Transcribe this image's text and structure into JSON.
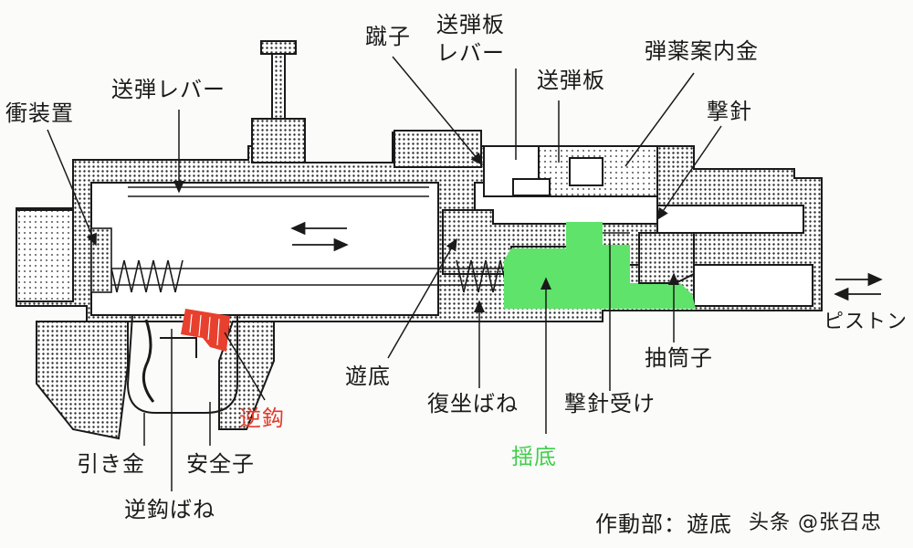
{
  "colors": {
    "ink": "#1a1a1a",
    "highlight_green": "#5fe36a",
    "highlight_red": "#e8402e",
    "label_red": "#e33b2a",
    "label_green": "#3fcf4a",
    "paper": "#fbfbfa"
  },
  "labels": {
    "buffer_device": "衝装置",
    "feed_lever": "送弾レバー",
    "kicker": "蹴子",
    "feed_plate_lever": "送弾板\nレバー",
    "feed_plate": "送弾板",
    "cartridge_guide": "弾薬案内金",
    "firing_pin": "撃針",
    "piston": "ピストン",
    "extractor": "抽筒子",
    "bolt": "遊底",
    "recoil_spring": "復坐ばね",
    "firing_pin_holder": "撃針受け",
    "bolt_carrier": "揺底",
    "sear": "逆鈎",
    "trigger": "引き金",
    "safety": "安全子",
    "sear_spring": "逆鈎ばね",
    "caption": "作動部：遊底",
    "watermark": "头条 @张召忠"
  },
  "icons": {
    "left_arrow": "left-arrow-icon",
    "right_arrow": "right-arrow-icon"
  }
}
